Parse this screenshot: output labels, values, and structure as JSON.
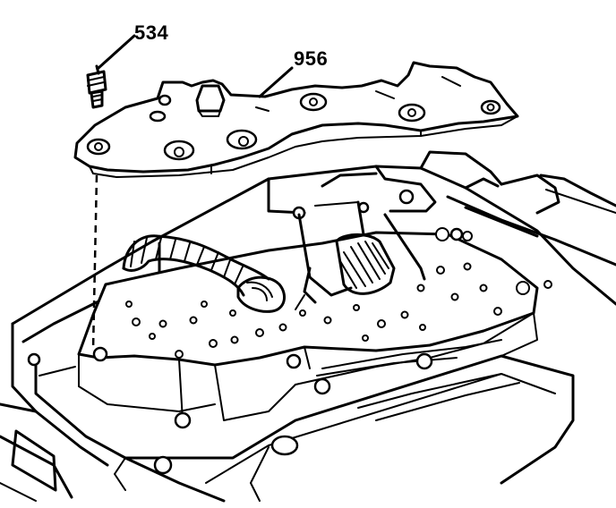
{
  "diagram": {
    "callouts": [
      {
        "id": "534",
        "label": "534"
      },
      {
        "id": "956",
        "label": "956"
      }
    ]
  }
}
